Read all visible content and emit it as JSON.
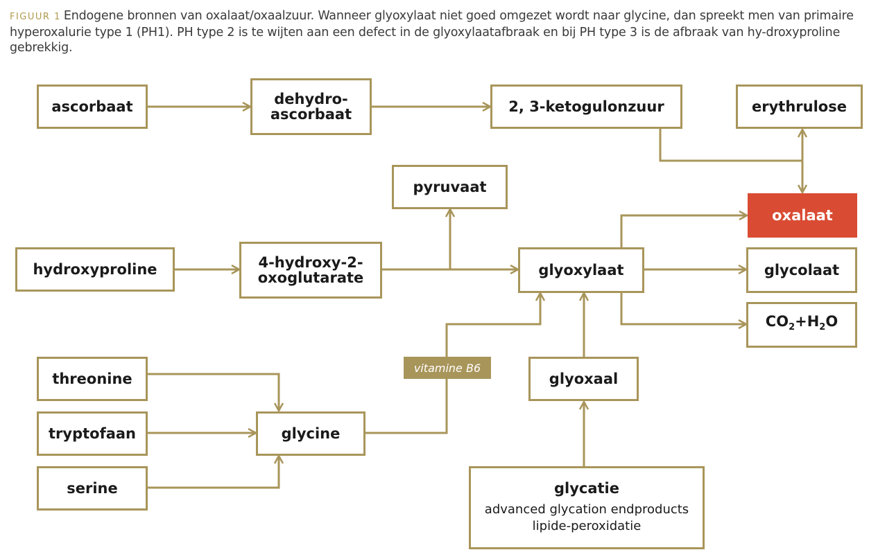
{
  "caption": {
    "figure_label": "FIGUUR 1",
    "text": "Endogene bronnen van oxalaat/oxaalzuur. Wanneer glyoxylaat niet goed omgezet wordt naar glycine, dan spreekt men van primaire hyperoxalurie type 1 (PH1). PH type 2 is te wijten aan een defect in de glyoxylaatafbraak en bij PH type 3 is de afbraak van hy-droxyproline gebrekkig."
  },
  "nodes": {
    "ascorbaat": "ascorbaat",
    "dehydro_1": "dehydro-",
    "dehydro_2": "ascorbaat",
    "ketogulonzuur": "2, 3-ketogulonzuur",
    "erythrulose": "erythrulose",
    "pyruvaat": "pyruvaat",
    "oxalaat": "oxalaat",
    "hydroxyproline": "hydroxyproline",
    "hydroxy_oxo_1": "4-hydroxy-2-",
    "hydroxy_oxo_2": "oxoglutarate",
    "glyoxylaat": "glyoxylaat",
    "glycolaat": "glycolaat",
    "co2_h2o": {
      "co": "CO",
      "sub1": "2",
      "plus_h": "+H",
      "sub2": "2",
      "o": "O"
    },
    "threonine": "threonine",
    "tryptofaan": "tryptofaan",
    "serine": "serine",
    "glycine": "glycine",
    "glyoxaal": "glyoxaal",
    "glycatie": "glycatie",
    "glycatie_sub1": "advanced glycation endproducts",
    "glycatie_sub2": "lipide-peroxidatie"
  },
  "labels": {
    "vitamine_b6": "vitamine B6"
  },
  "colors": {
    "border": "#a8955a",
    "highlight": "#d94b33",
    "figure_label": "#b09a4e"
  }
}
